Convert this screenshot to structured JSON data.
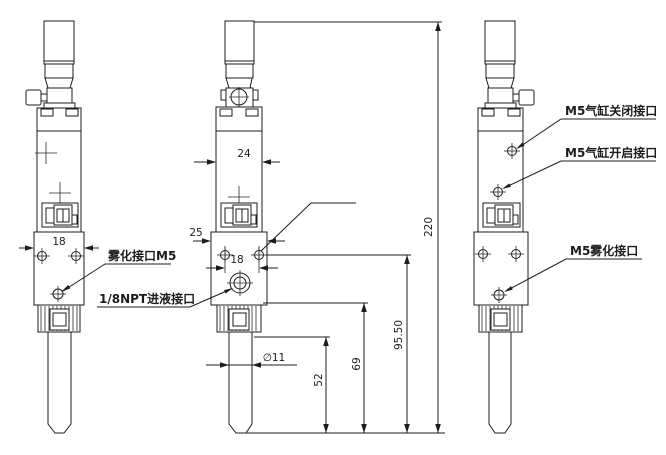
{
  "colors": {
    "background": "#ffffff",
    "line": "#1c1c1c"
  },
  "labels": {
    "atomizing_port_m5": "雾化接口M5",
    "npt_liquid_inlet": "1/8NPT进液接口",
    "m5_cylinder_close_port": "M5气缸关闭接口",
    "m5_cylinder_open_port": "M5气缸开启接口",
    "m5_atomizing_port": "M5雾化接口"
  },
  "dimensions": {
    "side_hole_spacing": "18",
    "front_hole_spacing": "18",
    "body_width": "24",
    "bracket_width": "25",
    "nozzle_diameter": "∅11",
    "nozzle_length": "52",
    "tube_to_base": "69",
    "port_to_tip": "95.50",
    "overall_height": "220"
  }
}
